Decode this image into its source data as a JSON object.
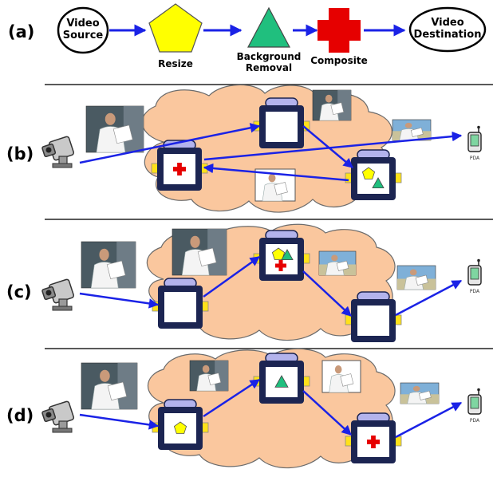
{
  "panel_labels": [
    "(a)",
    "(b)",
    "(c)",
    "(d)"
  ],
  "pipeline": {
    "source": [
      "Video",
      "Source"
    ],
    "resize": "Resize",
    "background_removal": [
      "Background",
      "Removal"
    ],
    "composite": "Composite",
    "destination": [
      "Video",
      "Destination"
    ]
  },
  "device_label": "PDA",
  "colors": {
    "arrow": "#1a22e6",
    "cloud_fill": "#fac79e",
    "cloud_stroke": "#6b6b6b",
    "node_frame": "#1c2552",
    "node_cap": "#b3b3ec",
    "port": "#ffe11a",
    "pentagon": "#ffff00",
    "triangle": "#20bf7e",
    "cross": "#e60000",
    "divider": "#222222"
  },
  "icons": [
    "camera-icon",
    "pda-icon",
    "pentagon-icon",
    "triangle-icon",
    "cross-icon",
    "video-frame-thumbnail"
  ]
}
